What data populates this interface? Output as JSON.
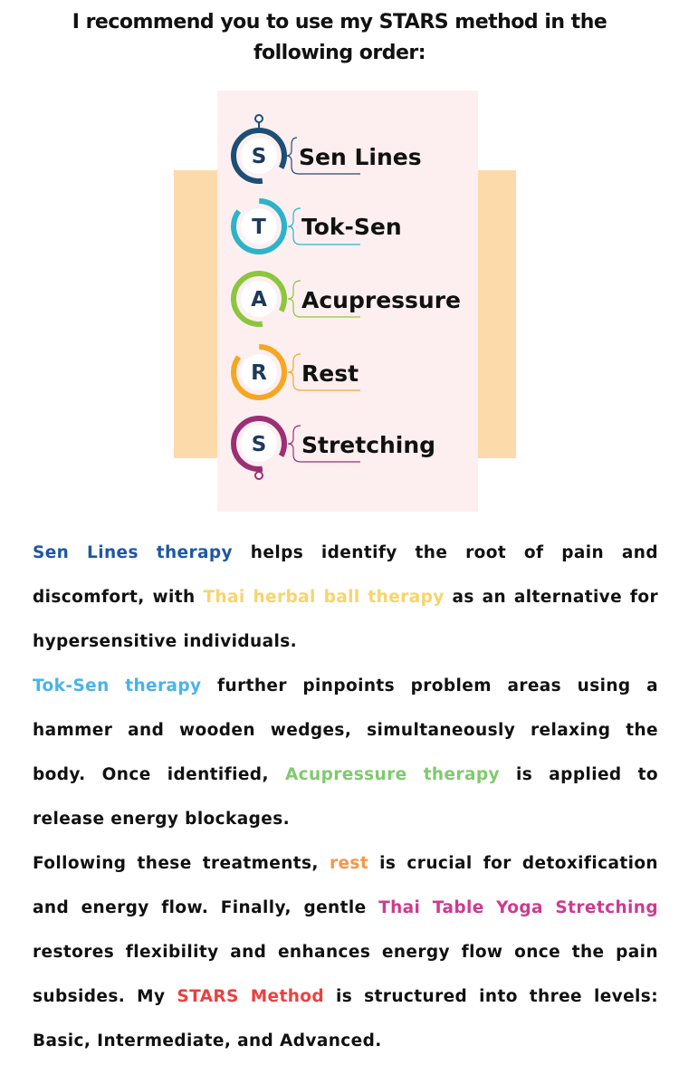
{
  "title": {
    "line1": "I recommend you to use my STARS method in the",
    "line2": "following order:"
  },
  "stars": {
    "items": [
      {
        "letter": "S",
        "word": "Sen Lines",
        "color": "#1d4e74"
      },
      {
        "letter": "T",
        "word": "Tok-Sen",
        "color": "#2bb4c9"
      },
      {
        "letter": "A",
        "word": "Acupressure",
        "color": "#8cc63f"
      },
      {
        "letter": "R",
        "word": "Rest",
        "color": "#f5a623"
      },
      {
        "letter": "S",
        "word": "Stretching",
        "color": "#9b2f73"
      }
    ]
  },
  "paragraphs": {
    "p1": {
      "hl1": "Sen Lines therapy",
      "t1": " helps identify the root of pain and discomfort, with ",
      "hl2": "Thai herbal ball therapy",
      "t2": " as an alternative for hypersensitive individuals."
    },
    "p2": {
      "hl1": "Tok-Sen therapy",
      "t1": " further pinpoints problem areas using a hammer and wooden wedges, simultaneously relaxing the body. Once identified, ",
      "hl2": "Acupressure therapy",
      "t2": " is applied to release energy blockages."
    },
    "p3": {
      "t0": "Following these treatments, ",
      "hl1": "rest",
      "t1": " is crucial for detoxification and energy flow. Finally, gentle ",
      "hl2": "Thai Table Yoga Stretching",
      "t2": " restores flexibility and enhances energy flow once the pain subsides. My ",
      "hl3": "STARS Method",
      "t3": " is structured into three levels: Basic, Intermediate, and Advanced."
    }
  },
  "colors": {
    "blue": "#1f56a6",
    "yellow": "#f8d46a",
    "sky": "#49b3ea",
    "green": "#7fca6d",
    "orange": "#f7964a",
    "magenta": "#cf3a8f",
    "red": "#ed3f3f",
    "panel_bg": "#fdeff0",
    "side_bg": "#fddaa9"
  }
}
